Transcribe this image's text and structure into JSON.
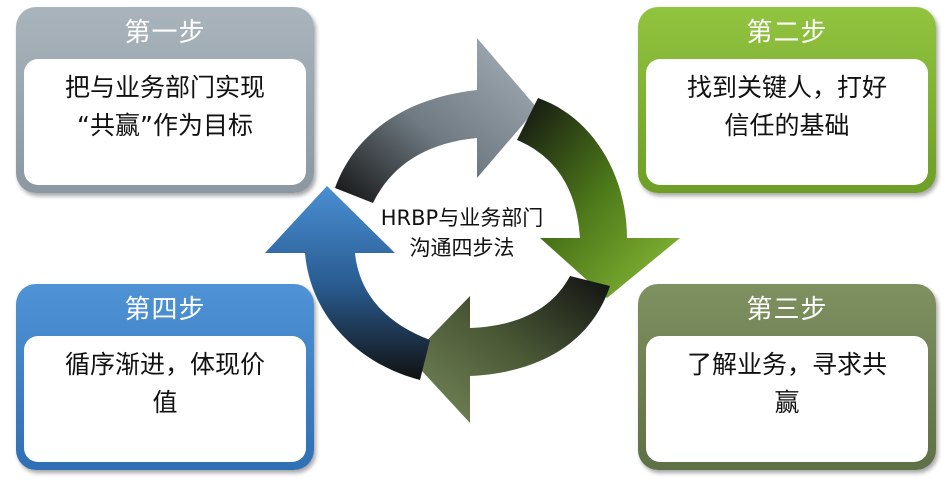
{
  "center": {
    "line1": "HRBP与业务部门",
    "line2": "沟通四步法"
  },
  "steps": [
    {
      "title": "第一步",
      "line1": "把与业务部门实现",
      "line2": "“共赢”作为目标"
    },
    {
      "title": "第二步",
      "line1": "找到关键人，打好",
      "line2": "信任的基础"
    },
    {
      "title": "第三步",
      "line1": "了解业务，寻求共",
      "line2": "赢"
    },
    {
      "title": "第四步",
      "line1": "循序渐进，体现价",
      "line2": "值"
    }
  ],
  "colors": {
    "step1": "#9aa6ae",
    "step2": "#7fb334",
    "step3": "#6b7d52",
    "step4": "#3f85c9"
  }
}
